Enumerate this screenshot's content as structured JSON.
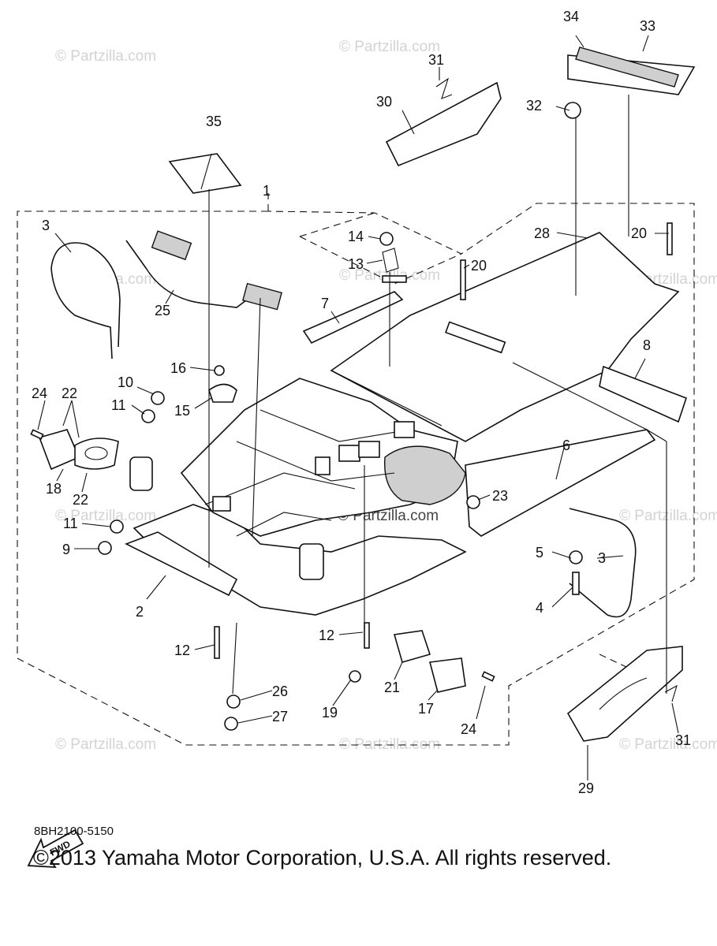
{
  "watermark": {
    "text": "© Partzilla.com",
    "center_text": "© Partzilla.com"
  },
  "callouts": [
    "1",
    "2",
    "3",
    "3",
    "4",
    "5",
    "6",
    "7",
    "8",
    "9",
    "10",
    "11",
    "11",
    "12",
    "12",
    "13",
    "14",
    "15",
    "16",
    "17",
    "18",
    "19",
    "20",
    "20",
    "21",
    "22",
    "22",
    "23",
    "24",
    "24",
    "25",
    "26",
    "27",
    "28",
    "29",
    "30",
    "31",
    "31",
    "32",
    "33",
    "34",
    "35"
  ],
  "fwd_label": "FWD",
  "diagram_code": "8BH2100-5150",
  "copyright": "©2013  Yamaha Motor Corporation, U.S.A. All rights reserved.",
  "colors": {
    "line": "#111111",
    "watermark": "#d3d3d3",
    "shade": "#cfcfcf"
  }
}
